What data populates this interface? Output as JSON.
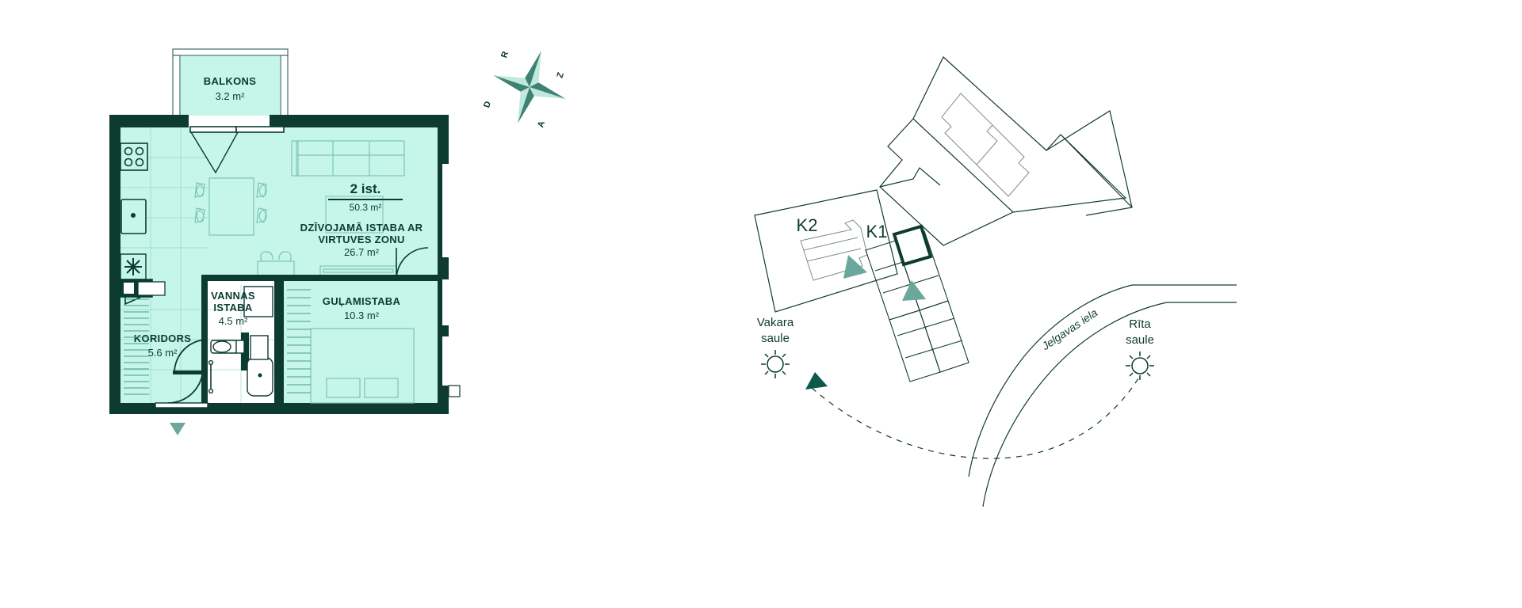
{
  "plan": {
    "title_badge": {
      "label": "2 ist.",
      "area": "50.3 m²"
    },
    "rooms": [
      {
        "key": "balcony",
        "name": "BALKONS",
        "area": "3.2 m²"
      },
      {
        "key": "living",
        "name_line1": "DZĪVOJAMĀ ISTABA AR",
        "name_line2": "VIRTUVES ZONU",
        "area": "26.7 m²"
      },
      {
        "key": "bedroom",
        "name": "GUĻAMISTABA",
        "area": "10.3 m²"
      },
      {
        "key": "bathroom",
        "name_line1": "VANNAS",
        "name_line2": "ISTABA",
        "area": "4.5 m²"
      },
      {
        "key": "corridor",
        "name": "KORIDORS",
        "area": "5.6 m²"
      }
    ]
  },
  "compass": {
    "north": "Z",
    "east": "A",
    "south": "D",
    "west": "R"
  },
  "site": {
    "buildings": [
      {
        "key": "k2",
        "label": "K2"
      },
      {
        "key": "k1",
        "label": "K1"
      }
    ],
    "street": {
      "label": "Jelgavas iela"
    },
    "sun_markers": [
      {
        "key": "evening",
        "line1": "Vakara",
        "line2": "saule"
      },
      {
        "key": "morning",
        "line1": "Rīta",
        "line2": "saule"
      }
    ]
  },
  "colors": {
    "wall": "#0d3b30",
    "floor": "#c6f5ea",
    "balcony_floor": "#c6f5ea",
    "line": "#0b3b31",
    "thin_line": "#4a7f74",
    "accent_triangle": "#6aa89b",
    "compass_light": "#bfe8de",
    "compass_dark": "#3f8273",
    "site_line": "#123b33",
    "site_thin": "#7d8f8a",
    "text": "#0b3b31",
    "background": "#ffffff"
  }
}
